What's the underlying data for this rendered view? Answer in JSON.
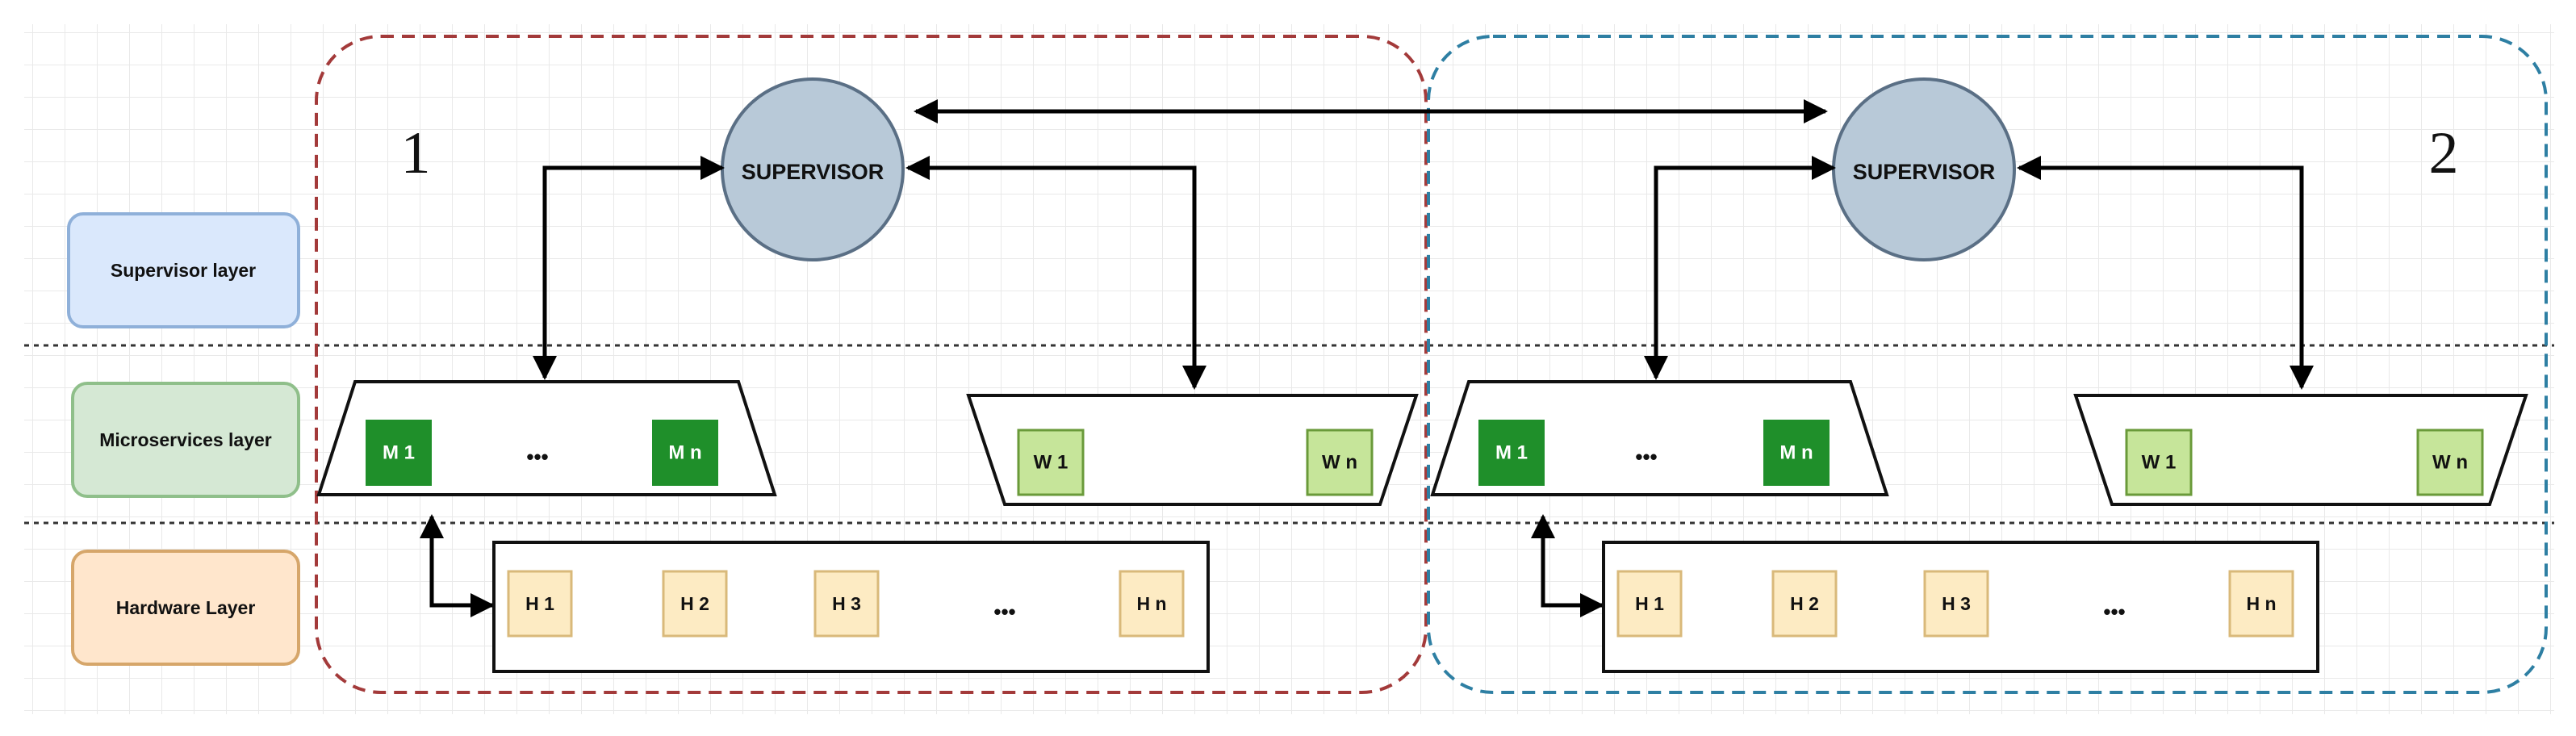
{
  "layers": [
    {
      "key": "supervisor",
      "label": "Supervisor layer",
      "fill": "#dae8fc",
      "stroke": "#8fb0d9"
    },
    {
      "key": "microservices",
      "label": "Microservices layer",
      "fill": "#d5e8d4",
      "stroke": "#8fbf8a"
    },
    {
      "key": "hardware",
      "label": "Hardware Layer",
      "fill": "#ffe6cc",
      "stroke": "#d6a66a"
    }
  ],
  "clusters": [
    {
      "number": "1",
      "border_color": "#a33a3a",
      "supervisor_label": "SUPERVISOR",
      "m_first": "M 1",
      "m_last": "M n",
      "m_dots": "•••",
      "w_first": "W 1",
      "w_last": "W n",
      "hardware": [
        "H 1",
        "H 2",
        "H 3"
      ],
      "h_dots": "•••",
      "h_last": "H n"
    },
    {
      "number": "2",
      "border_color": "#2e7fa3",
      "supervisor_label": "SUPERVISOR",
      "m_first": "M 1",
      "m_last": "M n",
      "m_dots": "•••",
      "w_first": "W 1",
      "w_last": "W n",
      "hardware": [
        "H 1",
        "H 2",
        "H 3"
      ],
      "h_dots": "•••",
      "h_last": "H n"
    }
  ],
  "colors": {
    "supervisor_fill": "#b8c9d8",
    "supervisor_stroke": "#5a6f85",
    "m_block_fill": "#1f8f2a",
    "m_block_text": "#ffffff",
    "w_block_fill": "#c6e59a",
    "w_block_stroke": "#6a9a3a",
    "h_block_fill": "#fdebc3",
    "h_block_stroke": "#d9b97a",
    "grid": "#e9e9e9",
    "divider": "#333333"
  }
}
